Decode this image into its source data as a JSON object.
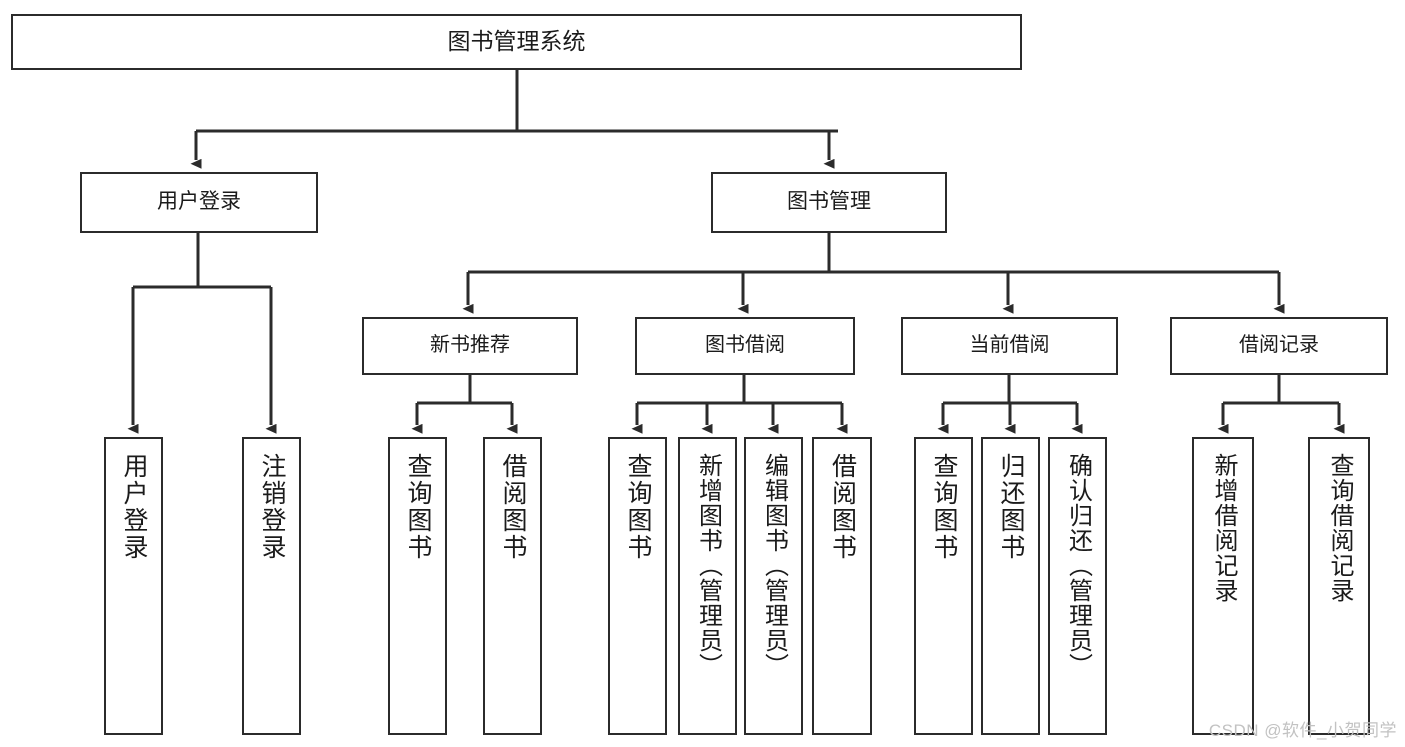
{
  "diagram": {
    "title": "图书管理系统",
    "type": "tree",
    "colors": {
      "background": "#ffffff",
      "box_border": "#2b2b2b",
      "box_fill": "#ffffff",
      "text": "#1b1b1b",
      "connector": "#2b2b2b",
      "watermark": "#c2c2c2"
    },
    "root": {
      "label": "图书管理系统"
    },
    "level1": [
      {
        "label": "用户登录"
      },
      {
        "label": "图书管理"
      }
    ],
    "level2": [
      {
        "label": "新书推荐"
      },
      {
        "label": "图书借阅"
      },
      {
        "label": "当前借阅"
      },
      {
        "label": "借阅记录"
      }
    ],
    "leaves": {
      "user_login": [
        {
          "label": "用户登录"
        },
        {
          "label": "注销登录"
        }
      ],
      "new_book": [
        {
          "label": "查询图书"
        },
        {
          "label": "借阅图书"
        }
      ],
      "book_borrow": [
        {
          "label": "查询图书"
        },
        {
          "label": "新增图书（管理员）"
        },
        {
          "label": "编辑图书（管理员）"
        },
        {
          "label": "借阅图书"
        }
      ],
      "current_borrow": [
        {
          "label": "查询图书"
        },
        {
          "label": "归还图书"
        },
        {
          "label": "确认归还（管理员）"
        }
      ],
      "borrow_record": [
        {
          "label": "新增借阅记录"
        },
        {
          "label": "查询借阅记录"
        }
      ]
    }
  },
  "watermark": {
    "text": "CSDN @软件_小贺同学"
  }
}
